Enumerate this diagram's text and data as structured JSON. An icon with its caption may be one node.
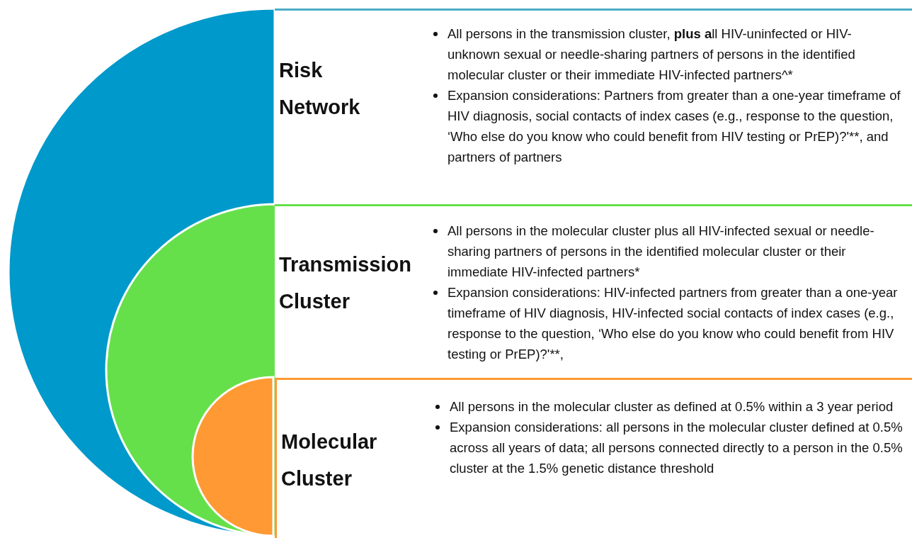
{
  "diagram": {
    "nodes": [
      {
        "text": [
          "Risk Network",
          "All persons in the transmission cluster, **plus a**ll HIV-uninfected or HIV-unknown sexual or needle-sharing partners of persons in the identified molecular cluster or their immediate HIV-infected partners^*",
          "Expansion considerations: Partners from greater than a one-year timeframe of HIV diagnosis, social contacts of index cases (e.g., response to the question, ‘Who else do you know who could benefit from HIV testing or PrEP)?'**, and partners of partners"
        ]
      },
      {
        "text": [
          "Transmission Cluster",
          "All persons in the molecular cluster plus all HIV-infected sexual or needle-sharing partners of persons in the identified molecular cluster or their immediate HIV-infected partners*",
          "Expansion considerations: HIV-infected partners from greater than a one-year timeframe of HIV diagnosis, HIV-infected social contacts of index cases (e.g., response to the question, ‘Who else do you know who could benefit from HIV testing or PrEP)?'**,"
        ]
      },
      {
        "text": [
          "Molecular Cluster",
          "All persons in the molecular cluster as defined at 0.5% within a 3 year period",
          "Expansion considerations: all persons in the molecular cluster defined at 0.5% across all years of data; all persons connected directly to a person in the 0.5% cluster at the 1.5% genetic distance threshold"
        ]
      }
    ],
    "edges": []
  }
}
